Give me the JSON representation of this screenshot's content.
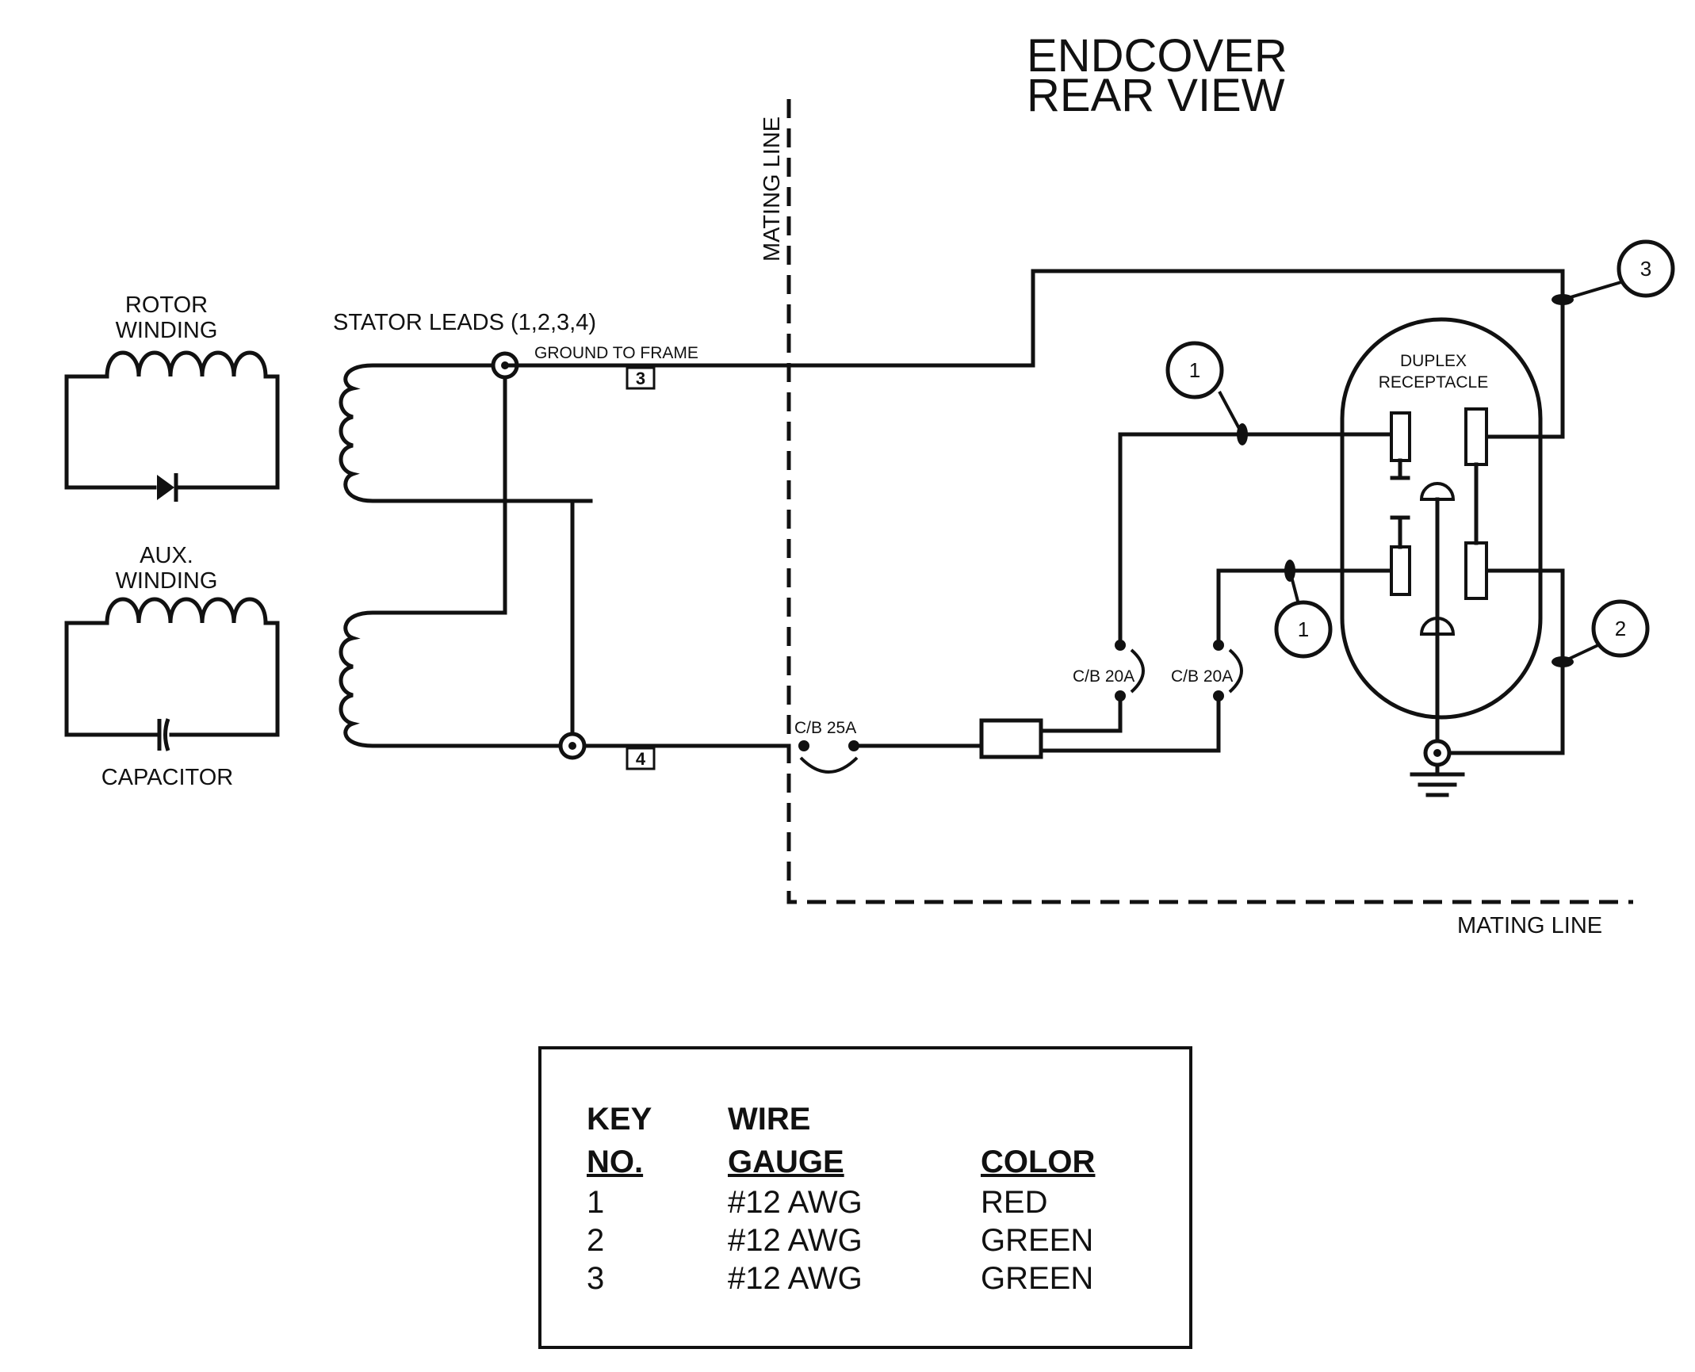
{
  "title": {
    "line1": "ENDCOVER",
    "line2": "REAR VIEW"
  },
  "labels": {
    "mating_line_vertical": "MATING LINE",
    "mating_line_horizontal": "MATING LINE",
    "rotor_winding_1": "ROTOR",
    "rotor_winding_2": "WINDING",
    "aux_winding_1": "AUX.",
    "aux_winding_2": "WINDING",
    "capacitor": "CAPACITOR",
    "stator_leads": "STATOR LEADS (1,2,3,4)",
    "ground_to_frame": "GROUND TO FRAME",
    "lead_3": "3",
    "lead_4": "4",
    "cb_25a": "C/B 25A",
    "cb_20a_left": "C/B 20A",
    "cb_20a_right": "C/B 20A",
    "duplex_1": "DUPLEX",
    "duplex_2": "RECEPTACLE"
  },
  "callouts": {
    "upper_1": "1",
    "lower_1": "1",
    "wire_2": "2",
    "wire_3": "3"
  },
  "key_table": {
    "header_row1": {
      "key": "KEY",
      "gauge": "WIRE"
    },
    "header_row2": {
      "key": "NO.",
      "gauge": "GAUGE",
      "color": "COLOR"
    },
    "rows": [
      {
        "key": "1",
        "gauge": "#12 AWG",
        "color": "RED"
      },
      {
        "key": "2",
        "gauge": "#12 AWG",
        "color": "GREEN"
      },
      {
        "key": "3",
        "gauge": "#12 AWG",
        "color": "GREEN"
      }
    ]
  }
}
